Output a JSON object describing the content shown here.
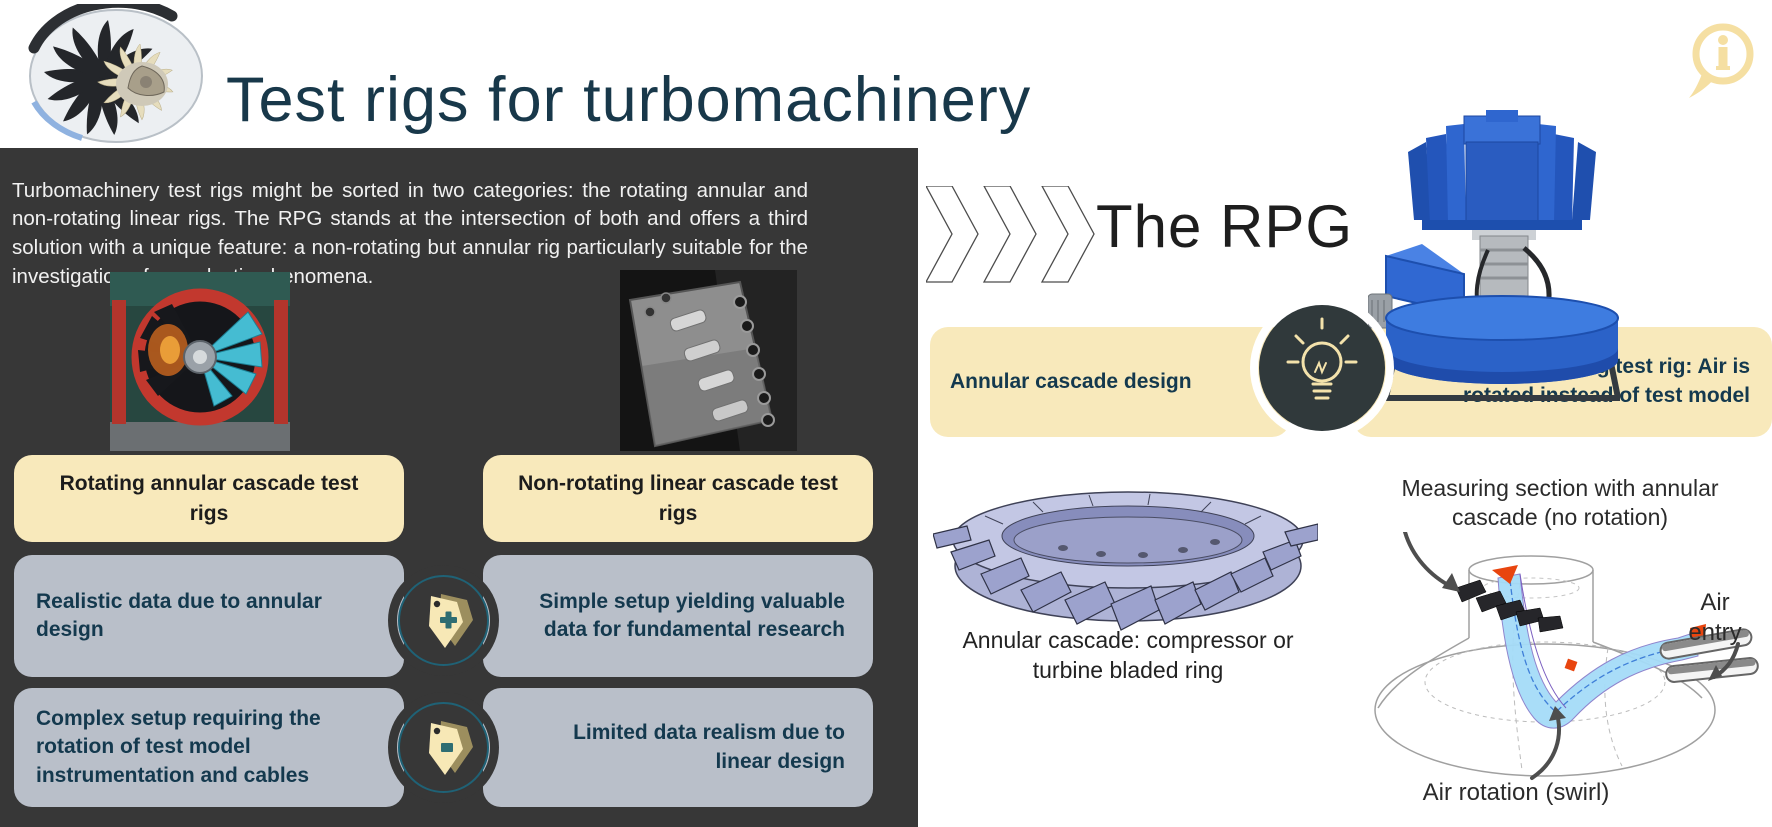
{
  "slide": {
    "title": "Test rigs for turbomachinery",
    "logo_icon": "turbofan-engine-cutaway",
    "info_icon": "info-speech-bubble"
  },
  "overview_panel": {
    "intro": "Turbomachinery test rigs might be sorted in two categories: the rotating annular and non-rotating linear rigs. The RPG stands at the intersection of both and offers a third solution with a unique feature: a non-rotating but annular rig particularly suitable for the investigation of aeroelastic phenomena.",
    "columns": [
      {
        "photo": "rotating-annular-rig-photo",
        "header": "Rotating annular cascade test rigs",
        "pro": "Realistic data due to annular design",
        "con": "Complex setup requiring the rotation of test model instrumentation and cables"
      },
      {
        "photo": "linear-cascade-photo",
        "header": "Non-rotating linear cascade test rigs",
        "pro": "Simple setup yielding valuable data for fundamental research",
        "con": "Limited data realism due to linear design"
      }
    ],
    "pro_icon": "tag-plus-icon",
    "con_icon": "tag-minus-icon"
  },
  "rpg_section": {
    "heading": "The RPG",
    "chevrons_icon": "triple-chevron-right",
    "machine_photo": "rpg-test-rig-photo",
    "features": {
      "left": "Annular cascade design",
      "right": "Non-rotating test rig: Air is rotated  instead of test model",
      "icon": "lightbulb-icon"
    },
    "cascade_render": "annular-cascade-cad-render",
    "cascade_caption": "Annular cascade: compressor or turbine bladed ring",
    "diagram": {
      "label_measuring_section": "Measuring section with annular cascade (no rotation)",
      "label_air_entry": "Air entry",
      "label_air_rotation": "Air rotation (swirl)"
    }
  },
  "colors": {
    "title_text": "#18384a",
    "panel_bg": "#373737",
    "cream": "#f8e9bb",
    "gray_box": "#b9bfc9",
    "box_text_dark": "#14394e",
    "header_box_text": "#1c1c1c",
    "machine_blue": "#2f66cf",
    "render_lavender": "#b0b5d8",
    "swirl_blue": "#a5dcf8",
    "accent_red": "#e8450f",
    "icon_cream": "#f5dfa2",
    "tag_teal": "#2e6d72"
  }
}
